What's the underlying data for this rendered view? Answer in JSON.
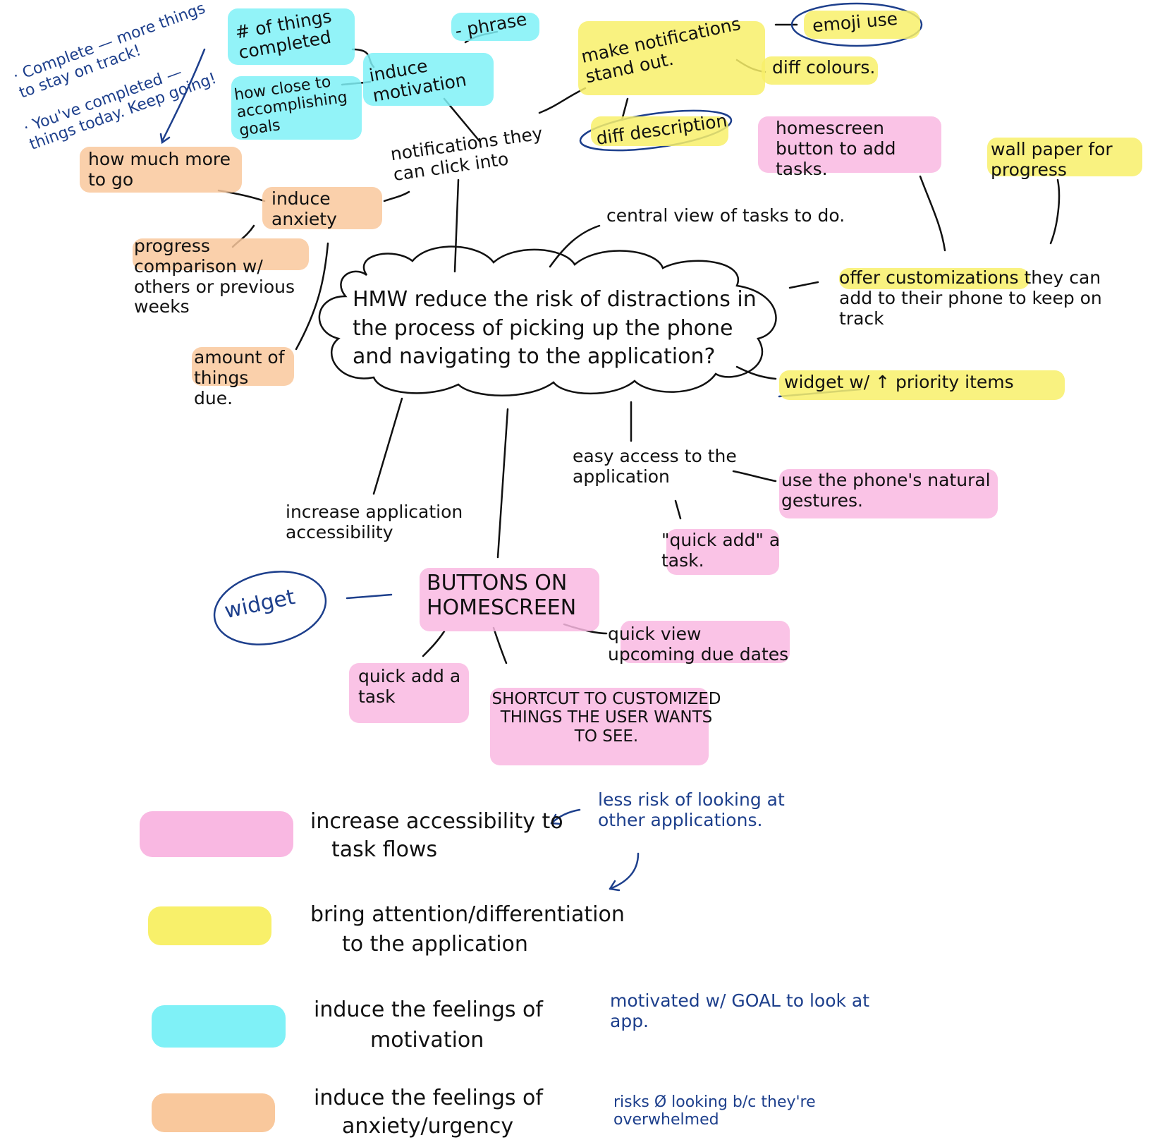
{
  "colors": {
    "pink": "#f9b8e2",
    "yellow": "#f8f06a",
    "cyan": "#7ff1f7",
    "orange": "#f9c89c",
    "ink": "#111111",
    "blue_ink": "#1d3f8c"
  },
  "center": {
    "question": "HMW reduce the risk of distractions in the process of picking up the phone and navigating to the application?"
  },
  "nodes": {
    "notifications": "notifications they can click into",
    "make_notifications": "make notifications stand out.",
    "emoji_use": "emoji use",
    "diff_colours": "diff colours.",
    "diff_description": "diff description",
    "induce_motivation": "induce motivation",
    "phrase": "- phrase",
    "things_completed": "# of things completed",
    "how_close": "how close to accomplishing goals",
    "induce_anxiety": "induce anxiety",
    "how_much_more": "how much more to go",
    "progress_comparison": "progress comparison w/ others or previous weeks",
    "amount_due": "amount of things due.",
    "central_view": "central view of tasks to do.",
    "homescreen_button": "homescreen button to add tasks.",
    "wallpaper": "wall paper for progress",
    "offer_customizations": "offer customizations they can add to their phone to keep on track",
    "widget_priority": "widget w/ ↑ priority items",
    "easy_access": "easy access to the application",
    "natural_gestures": "use the phone's natural gestures.",
    "quick_add_quote": "\"quick add\" a task.",
    "increase_accessibility": "increase application accessibility",
    "buttons_homescreen": "BUTTONS ON HOMESCREEN",
    "widget": "widget",
    "quick_view": "quick view upcoming due dates",
    "quick_add_task": "quick add a task",
    "shortcut": "SHORTCUT TO CUSTOMIZED THINGS THE USER WANTS TO SEE."
  },
  "side_note": {
    "line1": "· Complete — more things to stay on track!",
    "line2": "· You've completed — things today. Keep going!"
  },
  "legend": [
    {
      "color": "pink",
      "label_line1": "increase accessibility to",
      "label_line2": "task flows",
      "note": "less risk of looking at other applications."
    },
    {
      "color": "yellow",
      "label_line1": "bring attention/differentiation",
      "label_line2": "to the application",
      "note": ""
    },
    {
      "color": "cyan",
      "label_line1": "induce the feelings of",
      "label_line2": "motivation",
      "note": "motivated w/ GOAL to look at app."
    },
    {
      "color": "orange",
      "label_line1": "induce the feelings of",
      "label_line2": "anxiety/urgency",
      "note": "risks Ø looking b/c they're overwhelmed"
    }
  ]
}
